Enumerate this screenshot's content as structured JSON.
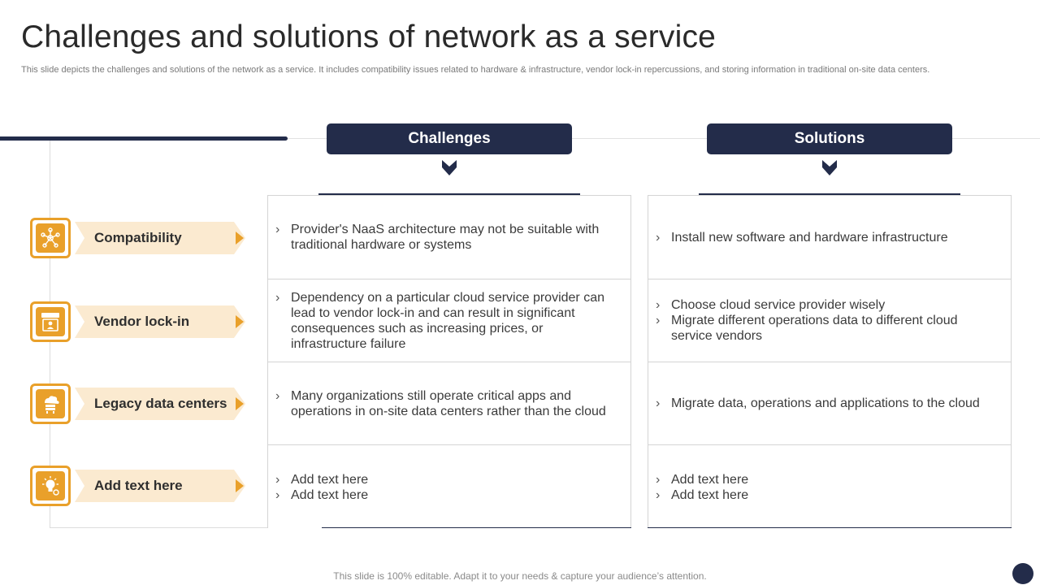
{
  "slide": {
    "title": "Challenges and solutions of network as a service",
    "subtitle": "This slide depicts the challenges and solutions of the network as a service. It includes compatibility issues related to hardware & infrastructure, vendor lock-in repercussions, and storing information in traditional on-site data centers.",
    "footer": "This slide is 100% editable. Adapt it to your needs & capture your audience’s attention."
  },
  "columns": {
    "challenges_label": "Challenges",
    "solutions_label": "Solutions"
  },
  "bullet_marker": "›",
  "colors": {
    "navy": "#232c4a",
    "accent": "#e9a02a",
    "tag": "#fbead0"
  },
  "rows": [
    {
      "label": "Compatibility",
      "icon": "network-nodes-icon",
      "challenges": [
        "Provider's NaaS architecture may not be suitable with traditional hardware or systems"
      ],
      "solutions": [
        "Install new software and hardware infrastructure"
      ]
    },
    {
      "label": "Vendor lock-in",
      "icon": "store-vendor-icon",
      "challenges": [
        "Dependency on a particular cloud service provider can lead to vendor lock-in and can result in significant consequences such as increasing prices, or infrastructure failure"
      ],
      "solutions": [
        "Choose cloud service provider wisely",
        "Migrate different operations data to different cloud service vendors"
      ]
    },
    {
      "label": "Legacy data centers",
      "icon": "cloud-server-icon",
      "challenges": [
        "Many organizations still operate critical apps and operations in on-site data centers rather than the cloud"
      ],
      "solutions": [
        "Migrate data, operations and applications to the cloud"
      ]
    },
    {
      "label": "Add text here",
      "icon": "lightbulb-idea-icon",
      "challenges": [
        "Add text here",
        "Add text here"
      ],
      "solutions": [
        "Add text here",
        "Add text here"
      ]
    }
  ]
}
